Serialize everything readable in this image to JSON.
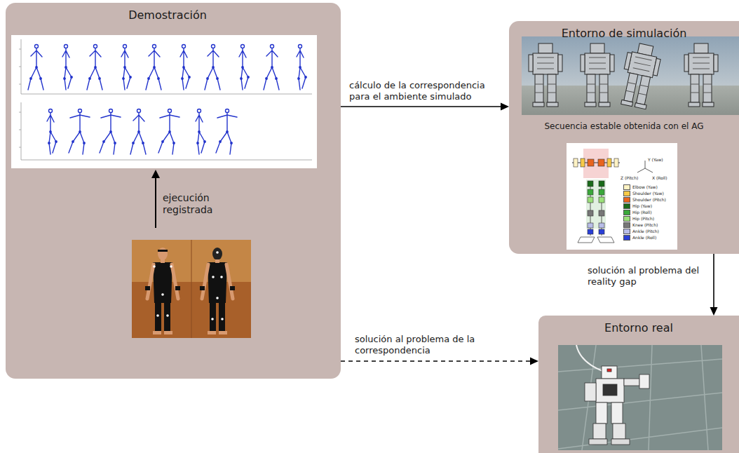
{
  "diagram": {
    "nodes": [
      {
        "text": [
          "Demostración"
        ]
      },
      {
        "text": [
          "Entorno de simulación",
          "Secuencia estable obtenida con el AG"
        ]
      },
      {
        "text": [
          "Entorno real"
        ]
      }
    ],
    "edges": [
      {
        "from": 0,
        "to": 1,
        "arrow": "to",
        "label": "cálculo de la correspondencia para el ambiente simulado"
      },
      {
        "from": 1,
        "to": 2,
        "arrow": "to",
        "label": "solución al problema del reality gap"
      },
      {
        "from": 0,
        "to": 2,
        "arrow": "to",
        "label": "solución al problema de la correspondencia"
      }
    ],
    "labels": [
      "ejecución registrada",
      "Y (Yaw)",
      "Z (Pitch)",
      "X (Roll)"
    ],
    "legend": [
      {
        "text": "Elbow (Yaw)",
        "color": "#fff3c4"
      },
      {
        "text": "Shoulder (Yaw)",
        "color": "#f7c948"
      },
      {
        "text": "Shoulder (Pitch)",
        "color": "#e8641e"
      },
      {
        "text": "Hip (Yaw)",
        "color": "#1a6b1a"
      },
      {
        "text": "Hip (Roll)",
        "color": "#3aa83a"
      },
      {
        "text": "Hip (Pitch)",
        "color": "#9be07a"
      },
      {
        "text": "Knee (Pitch)",
        "color": "#777777"
      },
      {
        "text": "Ankle (Pitch)",
        "color": "#b8bde8"
      },
      {
        "text": "Ankle (Roll)",
        "color": "#2a3fd6"
      }
    ]
  }
}
